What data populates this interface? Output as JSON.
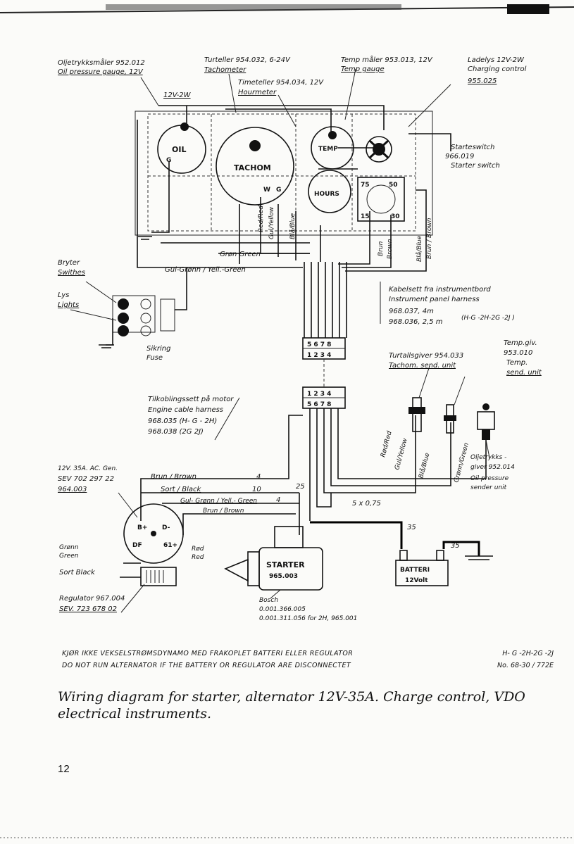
{
  "labels": {
    "oil_gauge_no": "Oljetrykksmåler  952.012",
    "oil_gauge_en": "Oil  pressure  gauge, 12V",
    "tach_no": "Turteller  954.032, 6-24V",
    "tach_en": "Tachometer",
    "hour_no": "Timeteller  954.034, 12V",
    "hour_en": "Hourmeter",
    "temp_no": "Temp måler  953.013, 12V",
    "temp_en": "Temp  gauge",
    "charge_no": "Ladelys  12V-2W",
    "charge_en": "Charging control",
    "charge_no2": "955.025",
    "v12w": "12V-2W",
    "starter_switch_no": "Starteswitch",
    "starter_switch_num": "966.019",
    "starter_switch_en": "Starter  switch",
    "bryter": "Bryter",
    "switches": "Swithes",
    "lys": "Lys",
    "lights": "Lights",
    "sikring": "Sikring",
    "fuse": "Fuse",
    "green_wire": "Grøn  Green",
    "yellgreen_wire": "Gul-Grønn / Yell.-Green",
    "harness_no": "Kabelsett  fra  instrumentbord",
    "harness_en": "Instrument  panel  harness",
    "harness_4m": "968.037,  4m",
    "harness_25": "968.036,  2,5 m",
    "harness_models": "(H-G -2H-2G -2J )",
    "tach_send_no": "Turtallsgiver   954.033",
    "tach_send_en": "Tachom. send. unit",
    "temp_send_no": "Temp.giv.",
    "temp_send_num": "953.010",
    "temp_send_en1": "Temp.",
    "temp_send_en2": "send. unit",
    "engine_cable_no": "Tilkoblingssett  på  motor",
    "engine_cable_en": "Engine  cable   harness",
    "engine_cable_1": "968.035      (H- G - 2H)",
    "engine_cable_2": "968.038      (2G  2J)",
    "gen_1": "12V. 35A. AC. Gen.",
    "gen_2": "SEV 702 297 22",
    "gen_3": "964.003",
    "oil_send_no": "Oljetrykks -",
    "oil_send_num": "giver 952.014",
    "oil_send_en1": "Oil  pressure",
    "oil_send_en2": "sender  unit",
    "brown_wire": "Brun / Brown",
    "black_wire": "Sort / Black",
    "yellgreen_wire2": "Gul- Grønn / Yell.- Green",
    "brown_wire2": "Brun / Brown",
    "gronn": "Grønn",
    "green": "Green",
    "sort_black": "Sort   Black",
    "regulator_1": "Regulator  967.004",
    "regulator_2": "SEV. 723 678  02",
    "red_no": "Rød",
    "red_en": "Red",
    "bosch": "Bosch",
    "bosch_1": "0.001.366.005",
    "bosch_2": "0.001.311.056   for  2H,  965.001",
    "cable_spec": "5 x 0,75",
    "w4": "4",
    "w10": "10",
    "w4b": "4",
    "w25": "25",
    "w35": "35",
    "w35b": "35",
    "wire_red": "Red/Red",
    "wire_gulyellow": "Gul/Yellow",
    "wire_blablue": "Blå/Blue",
    "wire_brun": "Brun",
    "wire_brown": "Brown",
    "wire_blablue2": "Blå/Blue",
    "wire_brunbrown": "Brun / Brown",
    "wire_red2": "Rød/Red",
    "wire_gulyellow2": "Gul/Yellow",
    "wire_blablue3": "Blå/Blue",
    "wire_gronngreen": "Grønn/Green"
  },
  "instruments": {
    "oil": "OIL",
    "tach": "TACHOM",
    "temp": "TEMP",
    "hours": "HOURS",
    "g": "G",
    "w": "W",
    "t75": "75",
    "t50": "50",
    "t15": "15",
    "t30": "30"
  },
  "connectors": {
    "top_row": "5 6 7 8",
    "bottom_row": "1 2 3 4",
    "top_row2": "1 2 3 4",
    "bottom_row2": "5 6 7 8"
  },
  "devices": {
    "starter": "STARTER",
    "starter_no": "965.003",
    "battery": "BATTERI",
    "battery_v": "12Volt",
    "gen_b": "B+",
    "gen_d": "D-",
    "gen_df": "DF",
    "gen_61": "61+"
  },
  "footer": {
    "warn_no": "KJØR  IKKE  VEKSELSTRØMSDYNAMO  MED  FRAKOPLET  BATTERI  ELLER  REGULATOR",
    "warn_en": "DO  NOT  RUN  ALTERNATOR  IF  THE  BATTERY  OR   REGULATOR  ARE  DISCONNECTET",
    "doc_models": "H- G -2H-2G -2J",
    "doc_no": "No.    68-30 / 772E",
    "caption": "Wiring diagram for starter, alternator 12V-35A. Charge control, VDO electrical instruments.",
    "page": "12"
  }
}
